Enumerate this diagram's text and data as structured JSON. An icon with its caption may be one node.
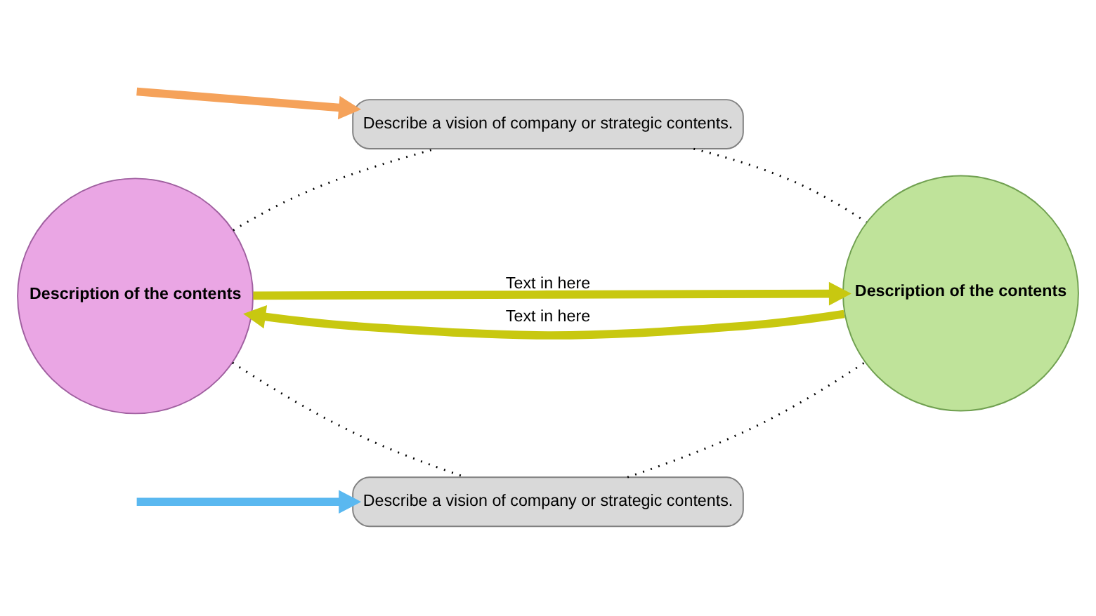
{
  "diagram": {
    "nodes": [
      {
        "text": [
          "Describe a vision of company or strategic contents."
        ]
      },
      {
        "text": [
          "Description of the contents"
        ]
      },
      {
        "text": [
          "Description of the contents"
        ]
      },
      {
        "text": [
          "Describe a vision of company or strategic contents."
        ]
      }
    ],
    "edges": [
      {
        "from": 1,
        "to": 2,
        "arrow": "to",
        "label": "Text in here",
        "style": "thick",
        "color": "#c8c810"
      },
      {
        "from": 2,
        "to": 1,
        "arrow": "to",
        "label": "Text in here",
        "style": "thick",
        "color": "#c8c810"
      },
      {
        "from": null,
        "to": 0,
        "arrow": "to",
        "style": "thick",
        "color": "#f5a25a"
      },
      {
        "from": null,
        "to": 3,
        "arrow": "to",
        "style": "thick",
        "color": "#5ab8f0"
      },
      {
        "from": 1,
        "to": 0,
        "arrow": "none",
        "style": "dashed"
      },
      {
        "from": 0,
        "to": 2,
        "arrow": "none",
        "style": "dashed"
      },
      {
        "from": 1,
        "to": 3,
        "arrow": "none",
        "style": "dashed"
      },
      {
        "from": 3,
        "to": 2,
        "arrow": "none",
        "style": "dashed"
      }
    ]
  }
}
